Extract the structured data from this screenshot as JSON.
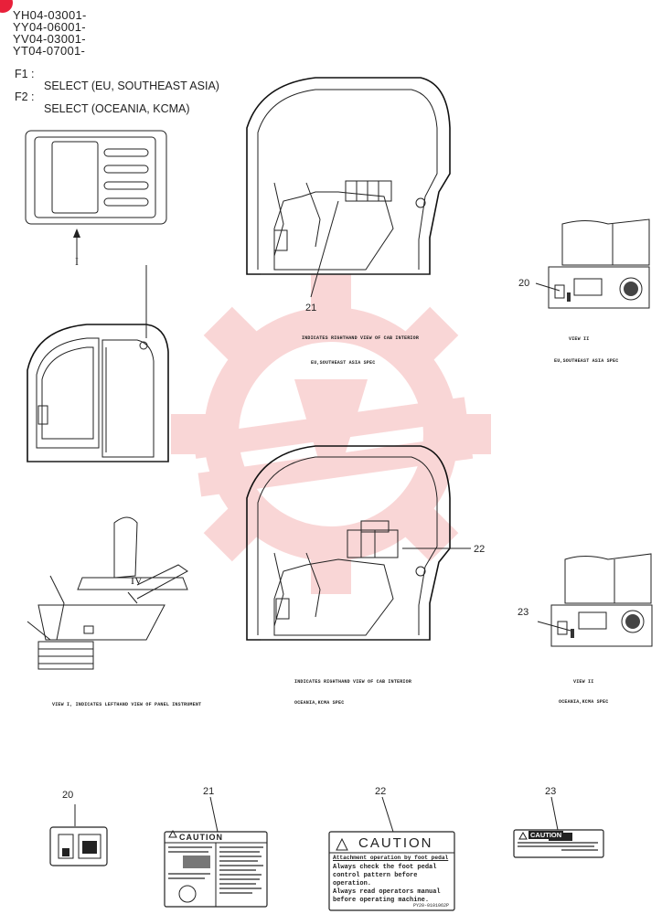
{
  "header": {
    "serials": [
      "YH04-03001-",
      "YY04-06001-",
      "YV04-03001-",
      "YT04-07001-"
    ],
    "footnotes": [
      {
        "code": "F1 :",
        "text": "SELECT (EU, SOUTHEAST ASIA)"
      },
      {
        "code": "F2 :",
        "text": "SELECT (OCEANIA, KCMA)"
      }
    ]
  },
  "views": {
    "arrow_label": "I",
    "roman_iv": "IV",
    "cab1_caption": "INDICATES RIGHTHAND VIEW OF CAB INTERIOR",
    "cab1_spec": "EU,SOUTHEAST ASIA SPEC",
    "cab2_caption": "INDICATES RIGHTHAND VIEW OF CAB INTERIOR",
    "cab2_spec": "OCEANIA,KCMA SPEC",
    "view_ii_top": "VIEW II",
    "view_ii_top_spec": "EU,SOUTHEAST ASIA SPEC",
    "view_ii_bottom": "VIEW II",
    "view_ii_bottom_spec": "OCEANIA,KCMA SPEC",
    "view_i_caption": "VIEW I, INDICATES LEFTHAND VIEW OF PANEL INSTRUMENT"
  },
  "callouts": {
    "c20": "20",
    "c21": "21",
    "c22": "22",
    "c23": "23"
  },
  "labels": {
    "l20_num": "20",
    "l21_num": "21",
    "l22_num": "22",
    "l23_num": "23",
    "l21_title": "CAUTION",
    "l22_title": "CAUTION",
    "l22_subtitle": "Attachment operation by foot pedal",
    "l22_line1": "Always check the foot pedal",
    "l22_line2": "control pattern before",
    "l22_line3": "operation.",
    "l22_line4": "Always read operators manual",
    "l22_line5": "before operating machine.",
    "l22_code": "PY20-0101062P",
    "l23_title": "CAUTION"
  },
  "colors": {
    "watermark": "#e8484a",
    "line": "#222222"
  }
}
